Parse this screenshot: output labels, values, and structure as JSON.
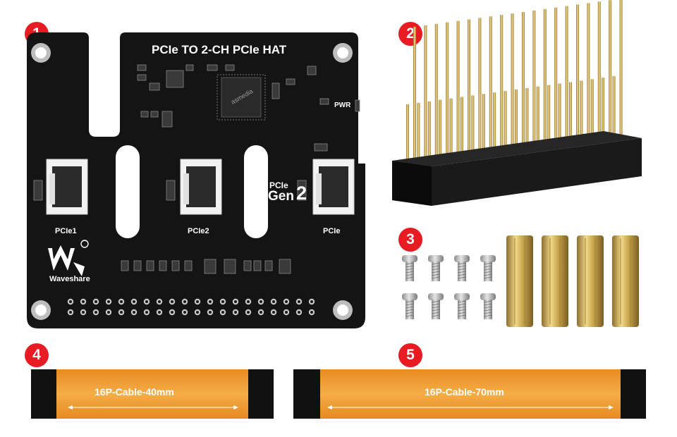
{
  "badges": [
    "1",
    "2",
    "3",
    "4",
    "5"
  ],
  "board": {
    "title": "PCIe TO 2-CH PCIe HAT",
    "pwr_label": "PWR",
    "port_labels": [
      "PCIe1",
      "PCIe2",
      "PCIe"
    ],
    "gen_small": "PCIe",
    "gen_big": "Gen",
    "gen_num": "2",
    "brand": "Waveshare",
    "chip_text": "asmedia"
  },
  "cables": {
    "short_label": "16P-Cable-40mm",
    "long_label": "16P-Cable-70mm"
  },
  "colors": {
    "badge": "#e81b23",
    "pcb": "#141414",
    "cable": "#f0a032",
    "brass": "#c9a74e"
  }
}
